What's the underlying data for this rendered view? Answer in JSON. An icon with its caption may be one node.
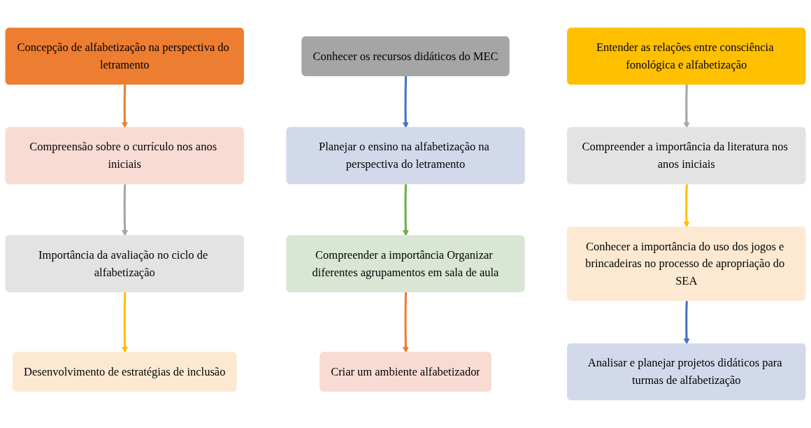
{
  "diagram": {
    "nodes": [
      {
        "text": [
          "Concepção de alfabetização na perspectiva do letramento"
        ]
      },
      {
        "text": [
          "Compreensão sobre o currículo nos anos iniciais"
        ]
      },
      {
        "text": [
          "Importância da avaliação no ciclo de alfabetização"
        ]
      },
      {
        "text": [
          "Desenvolvimento de estratégias de inclusão"
        ]
      },
      {
        "text": [
          "Conhecer os recursos didáticos do MEC"
        ]
      },
      {
        "text": [
          "Planejar o ensino na alfabetização na perspectiva do letramento"
        ]
      },
      {
        "text": [
          "Compreender a importância Organizar diferentes agrupamentos em sala de aula"
        ]
      },
      {
        "text": [
          "Criar um ambiente alfabetizador"
        ]
      },
      {
        "text": [
          "Entender as relações entre consciência fonológica e alfabetização"
        ]
      },
      {
        "text": [
          "Compreender a importância da literatura nos anos iniciais"
        ]
      },
      {
        "text": [
          "Conhecer a importância do uso dos jogos e brincadeiras no processo de apropriação do SEA"
        ]
      },
      {
        "text": [
          "Analisar e planejar projetos didáticos para turmas de alfabetização"
        ]
      }
    ],
    "edges": [
      {
        "from": 0,
        "to": 1,
        "arrow": "to",
        "color": "#ed7d31"
      },
      {
        "from": 1,
        "to": 2,
        "arrow": "to",
        "color": "#a5a5a5"
      },
      {
        "from": 2,
        "to": 3,
        "arrow": "to",
        "color": "#ffc000"
      },
      {
        "from": 4,
        "to": 5,
        "arrow": "to",
        "color": "#4472c4"
      },
      {
        "from": 5,
        "to": 6,
        "arrow": "to",
        "color": "#70ad47"
      },
      {
        "from": 6,
        "to": 7,
        "arrow": "to",
        "color": "#ed7d31"
      },
      {
        "from": 8,
        "to": 9,
        "arrow": "to",
        "color": "#a5a5a5"
      },
      {
        "from": 9,
        "to": 10,
        "arrow": "to",
        "color": "#ffc000"
      },
      {
        "from": 10,
        "to": 11,
        "arrow": "to",
        "color": "#4472c4"
      }
    ]
  }
}
